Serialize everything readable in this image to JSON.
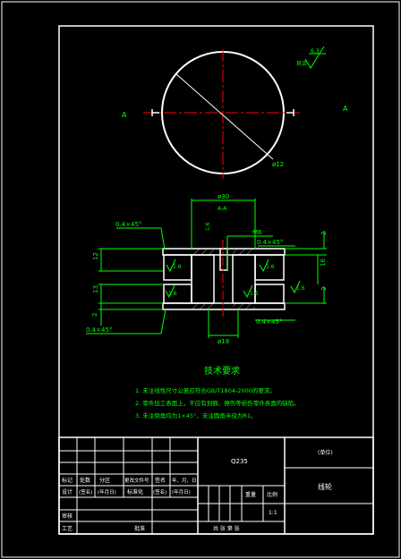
{
  "top_view": {
    "roughness": "6.3",
    "roughness_note": "其余",
    "section_mark": "A",
    "diameter": "ø12"
  },
  "section_view": {
    "title": "A-A",
    "dim_top": "ø30",
    "dim_bottom": "ø18",
    "thread": "M6",
    "chamfers": [
      "0.4×45°",
      "0.4×45°",
      "0.4×45°",
      "0.4×45°"
    ],
    "roughness": [
      "1.6",
      "1.6",
      "1.6",
      "1.6",
      "1.6",
      "1.6"
    ],
    "left_dims": [
      "12",
      "13",
      "2"
    ],
    "right_dims": [
      "2",
      "16",
      "2"
    ]
  },
  "requirements": {
    "heading": "技术要求",
    "items": [
      "1. 未注线性尺寸公差应符合GB/T1804-2000的要求。",
      "2. 零件加工表面上，不应有划痕、擦伤等损伤零件表面的缺陷。",
      "3. 未注倒角均为1×45°，未注圆角半径为R1。"
    ]
  },
  "title_block": {
    "material": "Q235",
    "unit": "(单位)",
    "part_name": "线轮",
    "scale_label": "比例",
    "scale": "1:1",
    "weight_label": "重量",
    "sheet_label": "共 张 第 张",
    "row1": [
      "标记",
      "处数",
      "分区",
      "更改文件号",
      "签名",
      "年、月、日"
    ],
    "row2": [
      "设计",
      "(签名)",
      "(年月日)",
      "标准化",
      "(签名)",
      "(年月日)"
    ],
    "row3": [
      "审核"
    ],
    "row4": [
      "工艺",
      "批准"
    ]
  },
  "colors": {
    "line": "#ffffff",
    "dim": "#00ff00",
    "center": "#ff0000",
    "text": "#ffff00"
  }
}
